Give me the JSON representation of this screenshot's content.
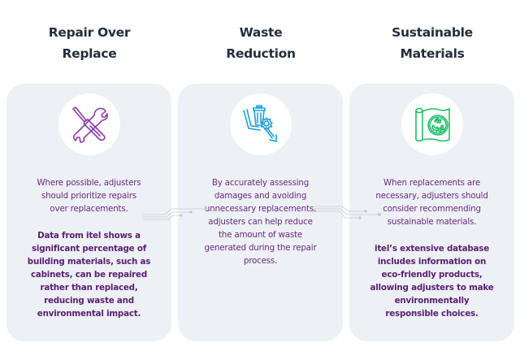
{
  "colors": {
    "heading": "#232f3e",
    "card_bg": "#edf0f4",
    "text_purple": "#6a2c83",
    "icon_purple": "#8e3ea8",
    "icon_blue": "#1aa0dd",
    "icon_green": "#1fbf6a"
  },
  "columns": [
    {
      "title_line1": "Repair Over",
      "title_line2": "Replace",
      "icon": "wrench-screwdriver-icon",
      "body": [
        "Where possible, adjusters",
        "should prioritize repairs",
        "over replacements."
      ],
      "highlight": [
        "Data from itel shows a",
        "significant percentage of",
        "building materials, such as",
        "cabinets, can be repaired",
        "rather than replaced,",
        "reducing waste and",
        "environmental impact."
      ]
    },
    {
      "title_line1": "Waste",
      "title_line2": "Reduction",
      "icon": "trash-gear-arrow-icon",
      "body": [
        "By accurately assessing",
        "damages and avoiding",
        "unnecessary replacements,",
        "adjusters can help reduce",
        "the amount of waste",
        "generated during the repair",
        "process."
      ]
    },
    {
      "title_line1": "Sustainable",
      "title_line2": "Materials",
      "icon": "recycle-roll-icon",
      "body": [
        "When replacements are",
        "necessary, adjusters should",
        "consider recommending",
        "sustainable materials."
      ],
      "highlight": [
        "itel’s extensive database",
        "includes information on",
        "eco-friendly products,",
        "allowing adjusters to make",
        "environmentally",
        "responsible choices."
      ]
    }
  ]
}
